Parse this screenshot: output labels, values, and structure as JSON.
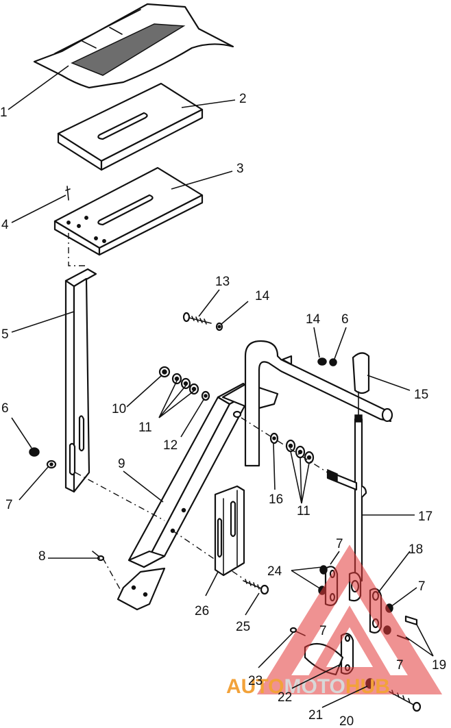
{
  "callouts": [
    "1",
    "2",
    "3",
    "4",
    "5",
    "6",
    "7",
    "8",
    "9",
    "10",
    "11",
    "11",
    "12",
    "13",
    "14",
    "14",
    "6",
    "15",
    "16",
    "17",
    "18",
    "7",
    "7",
    "24",
    "7",
    "19",
    "26",
    "25",
    "7",
    "23",
    "22",
    "21",
    "20"
  ],
  "watermark": {
    "part1": "AUTO",
    "part2": "MOTO",
    "part3": "HUB",
    "color1": "#f2a23a",
    "color2": "#d8d8d8",
    "color3": "#f2a23a",
    "triangle_color": "#e23a3a"
  }
}
